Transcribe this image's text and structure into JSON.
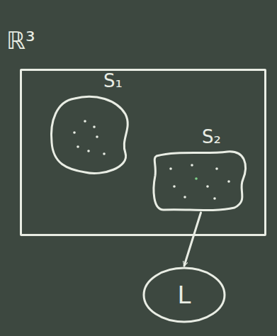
{
  "diagram": {
    "nodes": [
      {
        "text": [
          "ℝ³"
        ]
      },
      {
        "text": [
          "S₁"
        ],
        "in": 0
      },
      {
        "text": [
          "S₂"
        ],
        "in": 0
      },
      {
        "text": [
          "L"
        ]
      }
    ],
    "edges": [
      {
        "from": 2,
        "to": 3,
        "arrow": "to"
      }
    ]
  }
}
